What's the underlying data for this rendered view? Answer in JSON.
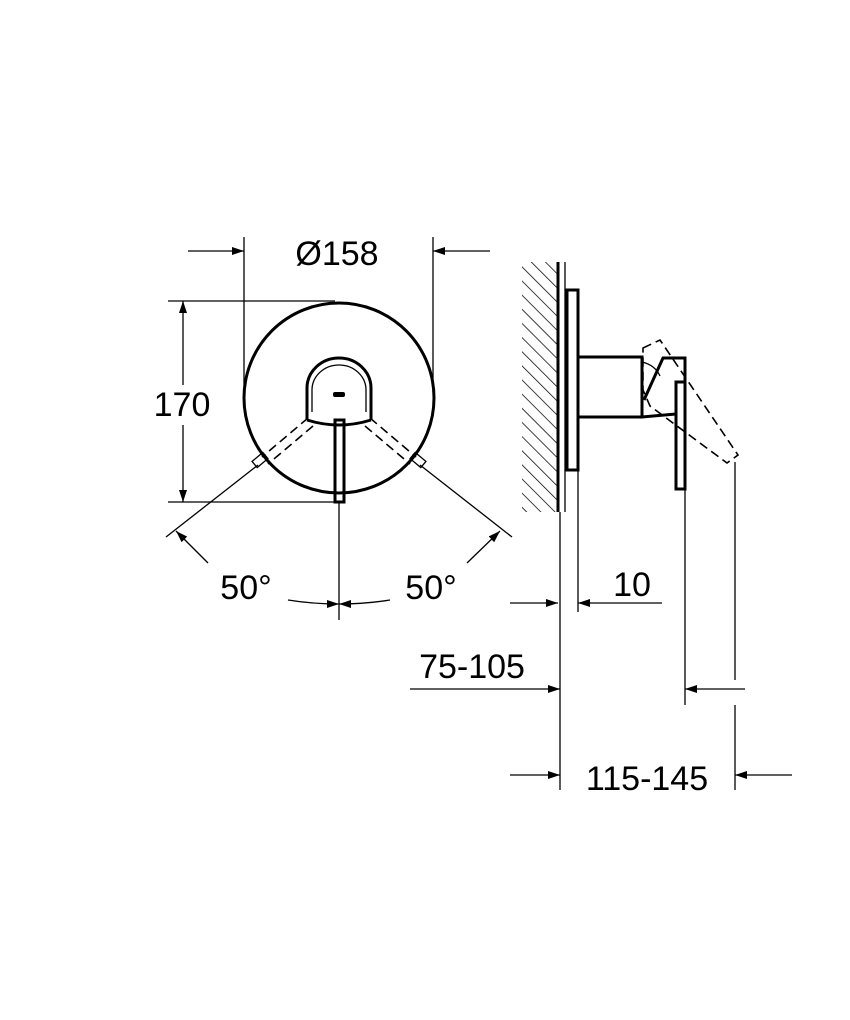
{
  "front_view": {
    "diameter_label": "Ø158",
    "height_label": "170",
    "angle_left_label": "50°",
    "angle_right_label": "50°"
  },
  "side_view": {
    "plate_offset_label": "10",
    "wall_depth_label": "75-105",
    "projection_label": "115-145"
  }
}
